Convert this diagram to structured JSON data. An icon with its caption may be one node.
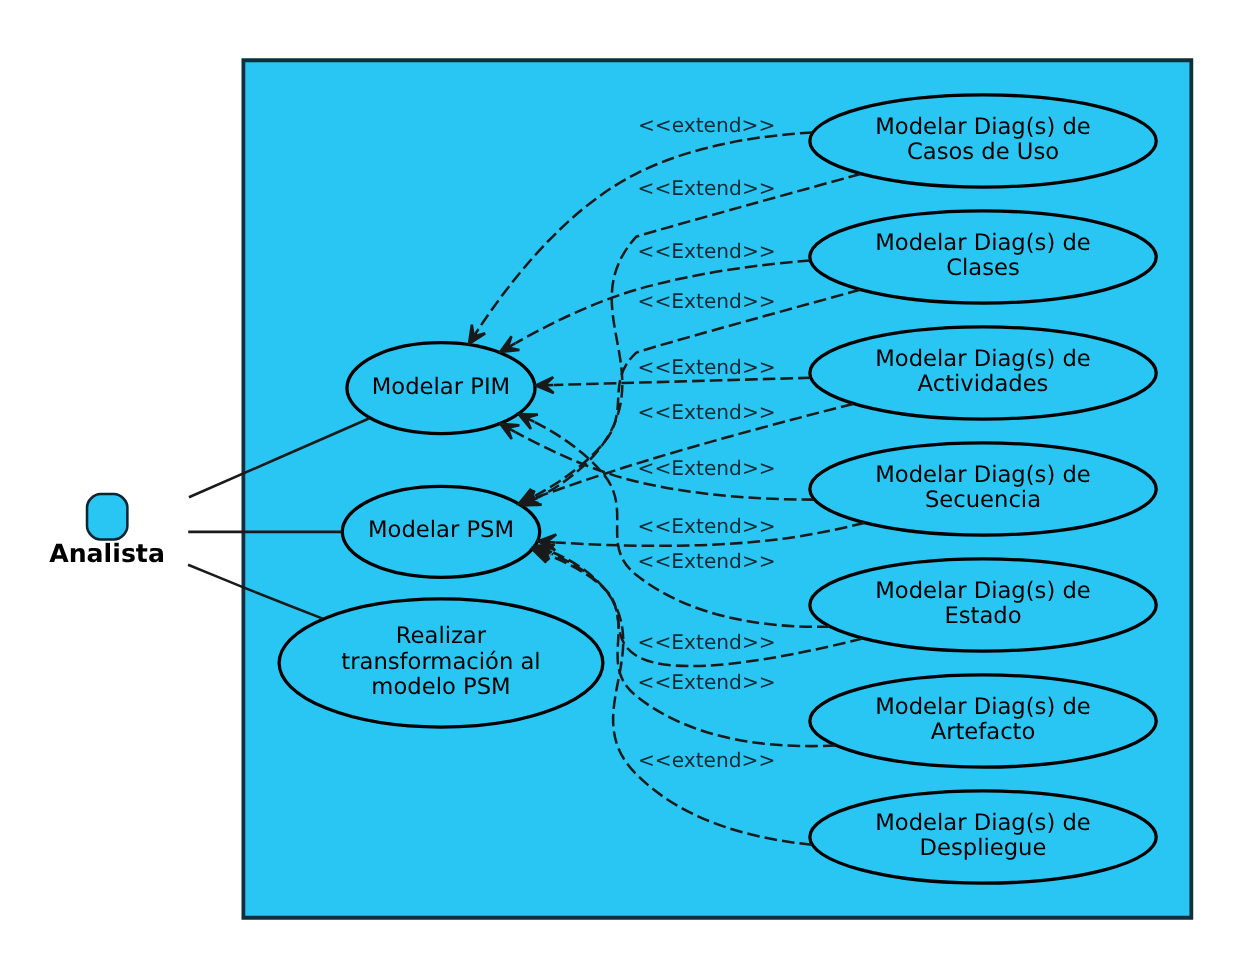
{
  "diagram": {
    "nodes": [
      {
        "text": [
          "Analista"
        ]
      },
      {
        "text": [],
        "shape": "box"
      },
      {
        "text": [
          "Modelar PIM"
        ],
        "in": 1
      },
      {
        "text": [
          "Modelar Diag(s) de Casos de Uso"
        ],
        "in": 1
      },
      {
        "text": [
          "Modelar Diag(s) de Clases"
        ],
        "in": 1
      },
      {
        "text": [
          "Modelar Diag(s) de Actividades"
        ],
        "in": 1
      },
      {
        "text": [
          "Modelar Diag(s) de Secuencia"
        ],
        "in": 1
      },
      {
        "text": [
          "Modelar Diag(s) de Estado"
        ],
        "in": 1
      },
      {
        "text": [
          "Modelar PSM"
        ],
        "in": 1
      },
      {
        "text": [
          "Modelar Diag(s) de Artefacto"
        ],
        "in": 1
      },
      {
        "text": [
          "Modelar Diag(s) de Despliegue"
        ],
        "in": 1
      },
      {
        "text": [
          "Realizar transformación al modelo PSM"
        ],
        "in": 1
      }
    ],
    "edges": [
      {
        "from": 2,
        "to": 0,
        "arrow": "none"
      },
      {
        "from": 8,
        "to": 0,
        "arrow": "none"
      },
      {
        "from": 11,
        "to": 0,
        "arrow": "none"
      },
      {
        "from": 3,
        "to": 2,
        "arrow": "to",
        "style": "dashed",
        "label": "<<extend>>"
      },
      {
        "from": 4,
        "to": 2,
        "arrow": "to",
        "style": "dashed",
        "label": "<<Extend>>"
      },
      {
        "from": 5,
        "to": 2,
        "arrow": "to",
        "style": "dashed",
        "label": "<<Extend>>"
      },
      {
        "from": 6,
        "to": 2,
        "arrow": "to",
        "style": "dashed",
        "label": "<<Extend>>"
      },
      {
        "from": 7,
        "to": 2,
        "arrow": "to",
        "style": "dashed",
        "label": "<<Extend>>"
      },
      {
        "from": 5,
        "to": 8,
        "arrow": "to",
        "style": "dashed",
        "label": "<<Extend>>"
      },
      {
        "from": 7,
        "to": 8,
        "arrow": "to",
        "style": "dashed",
        "label": "<<Extend>>"
      },
      {
        "from": 3,
        "to": 8,
        "arrow": "to",
        "style": "dashed",
        "label": "<<Extend>>"
      },
      {
        "from": 6,
        "to": 8,
        "arrow": "to",
        "style": "dashed",
        "label": "<<Extend>>"
      },
      {
        "from": 4,
        "to": 8,
        "arrow": "to",
        "style": "dashed",
        "label": "<<Extend>>"
      },
      {
        "from": 10,
        "to": 8,
        "arrow": "to",
        "style": "dashed",
        "label": "<<extend>>"
      },
      {
        "from": 9,
        "to": 8,
        "arrow": "to",
        "style": "dashed",
        "label": "<<Extend>>"
      }
    ]
  }
}
